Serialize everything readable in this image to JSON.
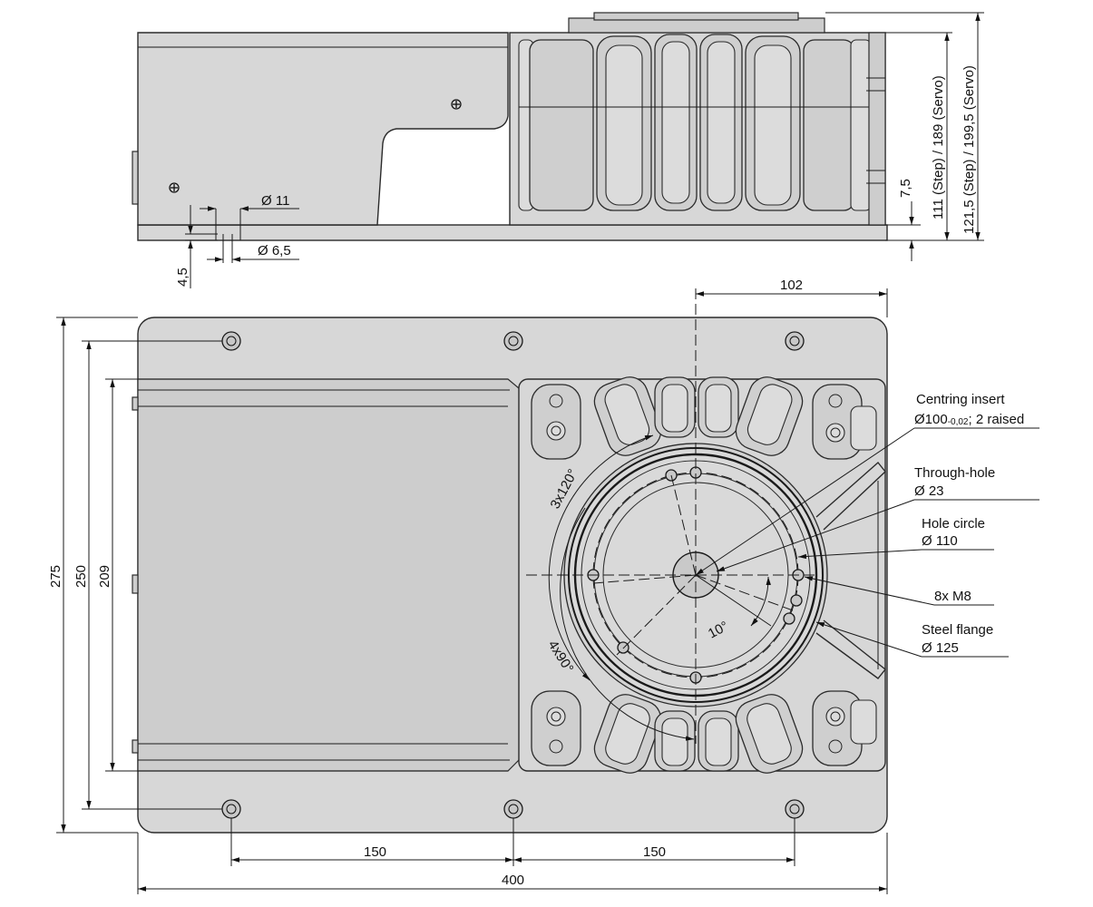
{
  "side_view": {
    "dim_d11": "Ø 11",
    "dim_d65": "Ø 6,5",
    "dim_45": "4,5",
    "dim_75": "7,5",
    "dim_height_step_servo": "111 (Step) / 189 (Servo)",
    "dim_total_step_servo": "121,5 (Step) / 199,5 (Servo)"
  },
  "top_view": {
    "dim_102": "102",
    "dim_275": "275",
    "dim_250": "250",
    "dim_209": "209",
    "dim_150_left": "150",
    "dim_150_right": "150",
    "dim_400": "400",
    "angle_3x120": "3x120°",
    "angle_4x90": "4x90°",
    "angle_10": "10°"
  },
  "callouts": {
    "centring_title": "Centring insert",
    "centring_value": "Ø100",
    "centring_tol": "-0,02",
    "centring_suffix": "; 2 raised",
    "through_title": "Through-hole",
    "through_value": "Ø 23",
    "holecircle_title": "Hole circle",
    "holecircle_value": "Ø 110",
    "m8": "8x M8",
    "flange_title": "Steel flange",
    "flange_value": "Ø 125"
  }
}
